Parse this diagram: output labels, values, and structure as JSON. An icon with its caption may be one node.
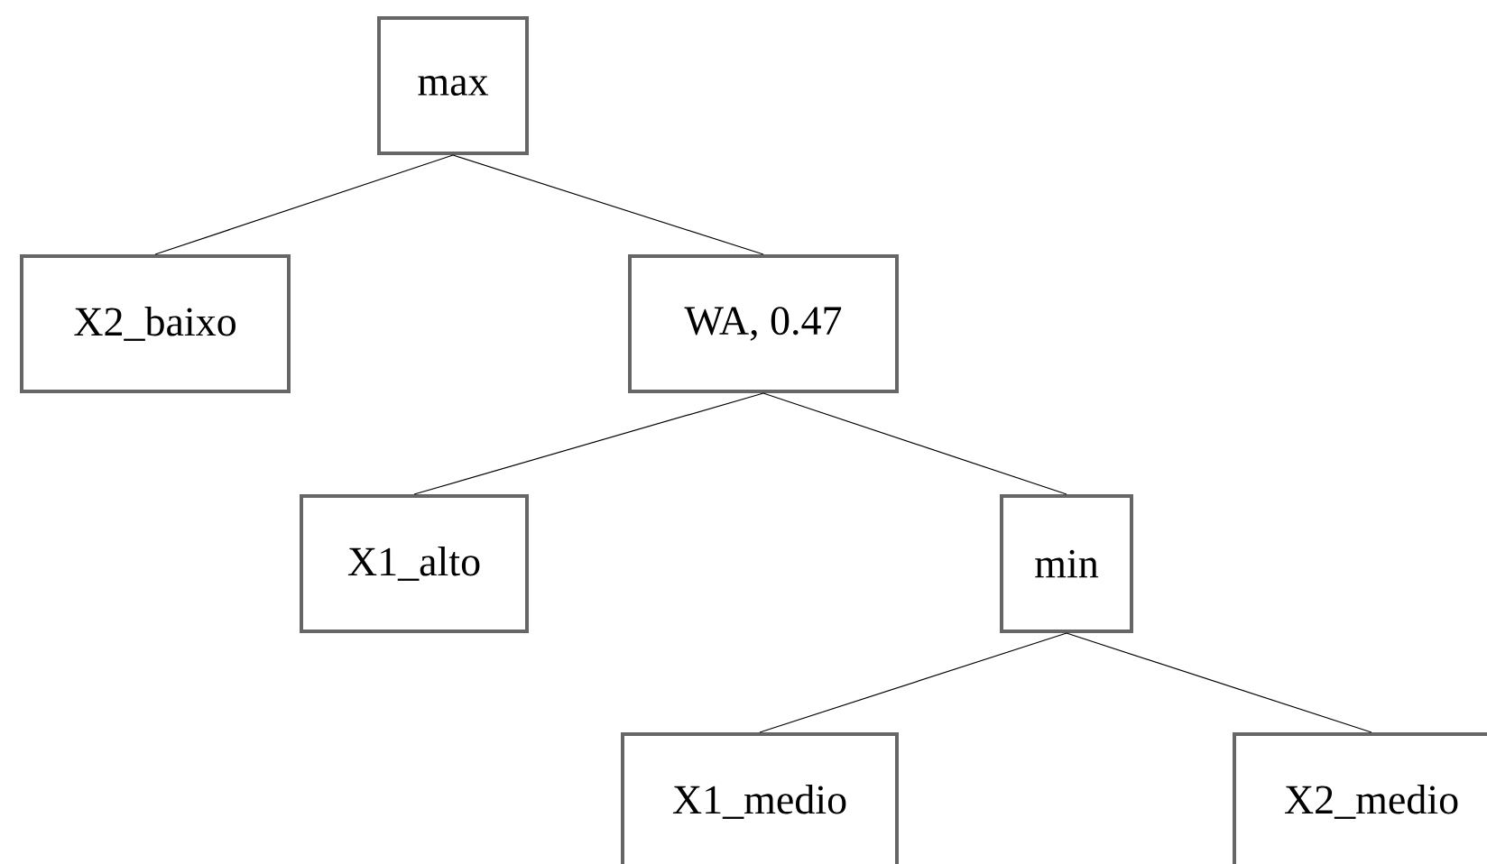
{
  "diagram": {
    "nodes": [
      {
        "text": [
          "max"
        ]
      },
      {
        "text": [
          "X2_baixo"
        ]
      },
      {
        "text": [
          "WA, 0.47"
        ]
      },
      {
        "text": [
          "X1_alto"
        ]
      },
      {
        "text": [
          "min"
        ]
      },
      {
        "text": [
          "X1_medio"
        ]
      },
      {
        "text": [
          "X2_medio"
        ]
      }
    ],
    "edges": [
      {
        "from": 0,
        "to": 1,
        "arrow": "none"
      },
      {
        "from": 0,
        "to": 2,
        "arrow": "none"
      },
      {
        "from": 2,
        "to": 3,
        "arrow": "none"
      },
      {
        "from": 2,
        "to": 4,
        "arrow": "none"
      },
      {
        "from": 4,
        "to": 5,
        "arrow": "none"
      },
      {
        "from": 4,
        "to": 6,
        "arrow": "none"
      }
    ]
  }
}
